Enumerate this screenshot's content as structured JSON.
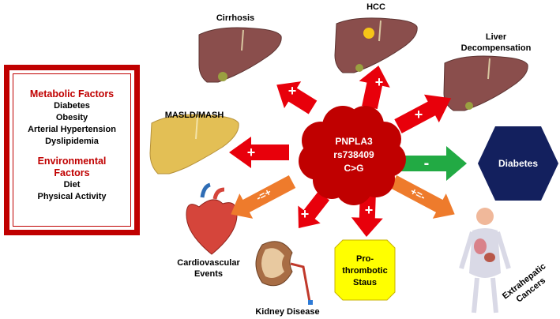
{
  "factors": {
    "metabolic_title": "Metabolic Factors",
    "metabolic_items": [
      "Diabetes",
      "Obesity",
      "Arterial Hypertension",
      "Dyslipidemia"
    ],
    "environmental_title_line1": "Environmental",
    "environmental_title_line2": "Factors",
    "environmental_items": [
      "Diet",
      "Physical Activity"
    ]
  },
  "center": {
    "line1": "PNPLA3",
    "line2": "rs738409",
    "line3": "C>G"
  },
  "labels": {
    "cirrhosis": "Cirrhosis",
    "hcc": "HCC",
    "liver_decomp_1": "Liver",
    "liver_decomp_2": "Decompensation",
    "masld": "MASLD/MASH",
    "diabetes": "Diabetes",
    "cardio_1": "Cardiovascular",
    "cardio_2": "Events",
    "kidney": "Kidney Disease",
    "prothrombotic_1": "Pro-",
    "prothrombotic_2": "thrombotic",
    "prothrombotic_3": "Staus",
    "extrahepatic_1": "Extrahepatic",
    "extrahepatic_2": "Cancers"
  },
  "arrows": {
    "cirrhosis": "+",
    "hcc": "+",
    "liver_decomp": "+",
    "masld": "+",
    "diabetes": "-",
    "cardio": "-=+",
    "kidney": "+",
    "prothrombotic": "+",
    "extrahepatic": "+=-"
  },
  "colors": {
    "red": "#e8000b",
    "dark_red": "#c00000",
    "green": "#22aa44",
    "orange": "#ee7b2c",
    "navy": "#13205e",
    "yellow": "#ffff00",
    "liver": "#8a4e4c",
    "fatty_liver": "#e3bf55"
  }
}
